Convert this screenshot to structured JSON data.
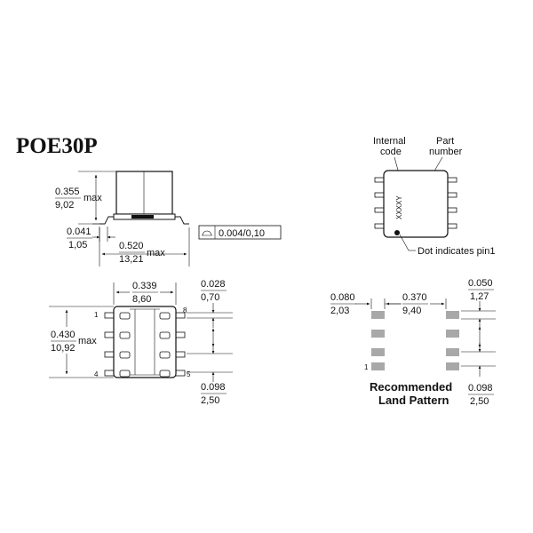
{
  "title": "POE30P",
  "side_view": {
    "height": {
      "in": "0.355",
      "mm": "9,02",
      "suffix": "max"
    },
    "standoff": {
      "in": "0.041",
      "mm": "1,05"
    },
    "length": {
      "in": "0.520",
      "mm": "13,21",
      "suffix": "max"
    },
    "coplanarity": "0.004/0,10"
  },
  "top_view": {
    "label_internal": [
      "Internal",
      "code"
    ],
    "label_part": [
      "Part",
      "number"
    ],
    "marking": "XXXXY",
    "dot_label": "Dot indicates pin1"
  },
  "bottom_view": {
    "body_width": {
      "in": "0.339",
      "mm": "8,60"
    },
    "pin_width": {
      "in": "0.028",
      "mm": "0,70"
    },
    "body_length": {
      "in": "0.430",
      "mm": "10,92",
      "suffix": "max"
    },
    "pitch": {
      "in": "0.098",
      "mm": "2,50"
    },
    "pins": {
      "p1": "1",
      "p4": "4",
      "p5": "5",
      "p8": "8"
    }
  },
  "land_pattern": {
    "pad_width": {
      "in": "0.080",
      "mm": "2,03"
    },
    "spacing": {
      "in": "0.370",
      "mm": "9,40"
    },
    "pad_height": {
      "in": "0.050",
      "mm": "1,27"
    },
    "pitch": {
      "in": "0.098",
      "mm": "2,50"
    },
    "pin1": "1",
    "caption": [
      "Recommended",
      "Land Pattern"
    ]
  },
  "colors": {
    "line": "#111111",
    "pad": "#a8a8a8"
  }
}
